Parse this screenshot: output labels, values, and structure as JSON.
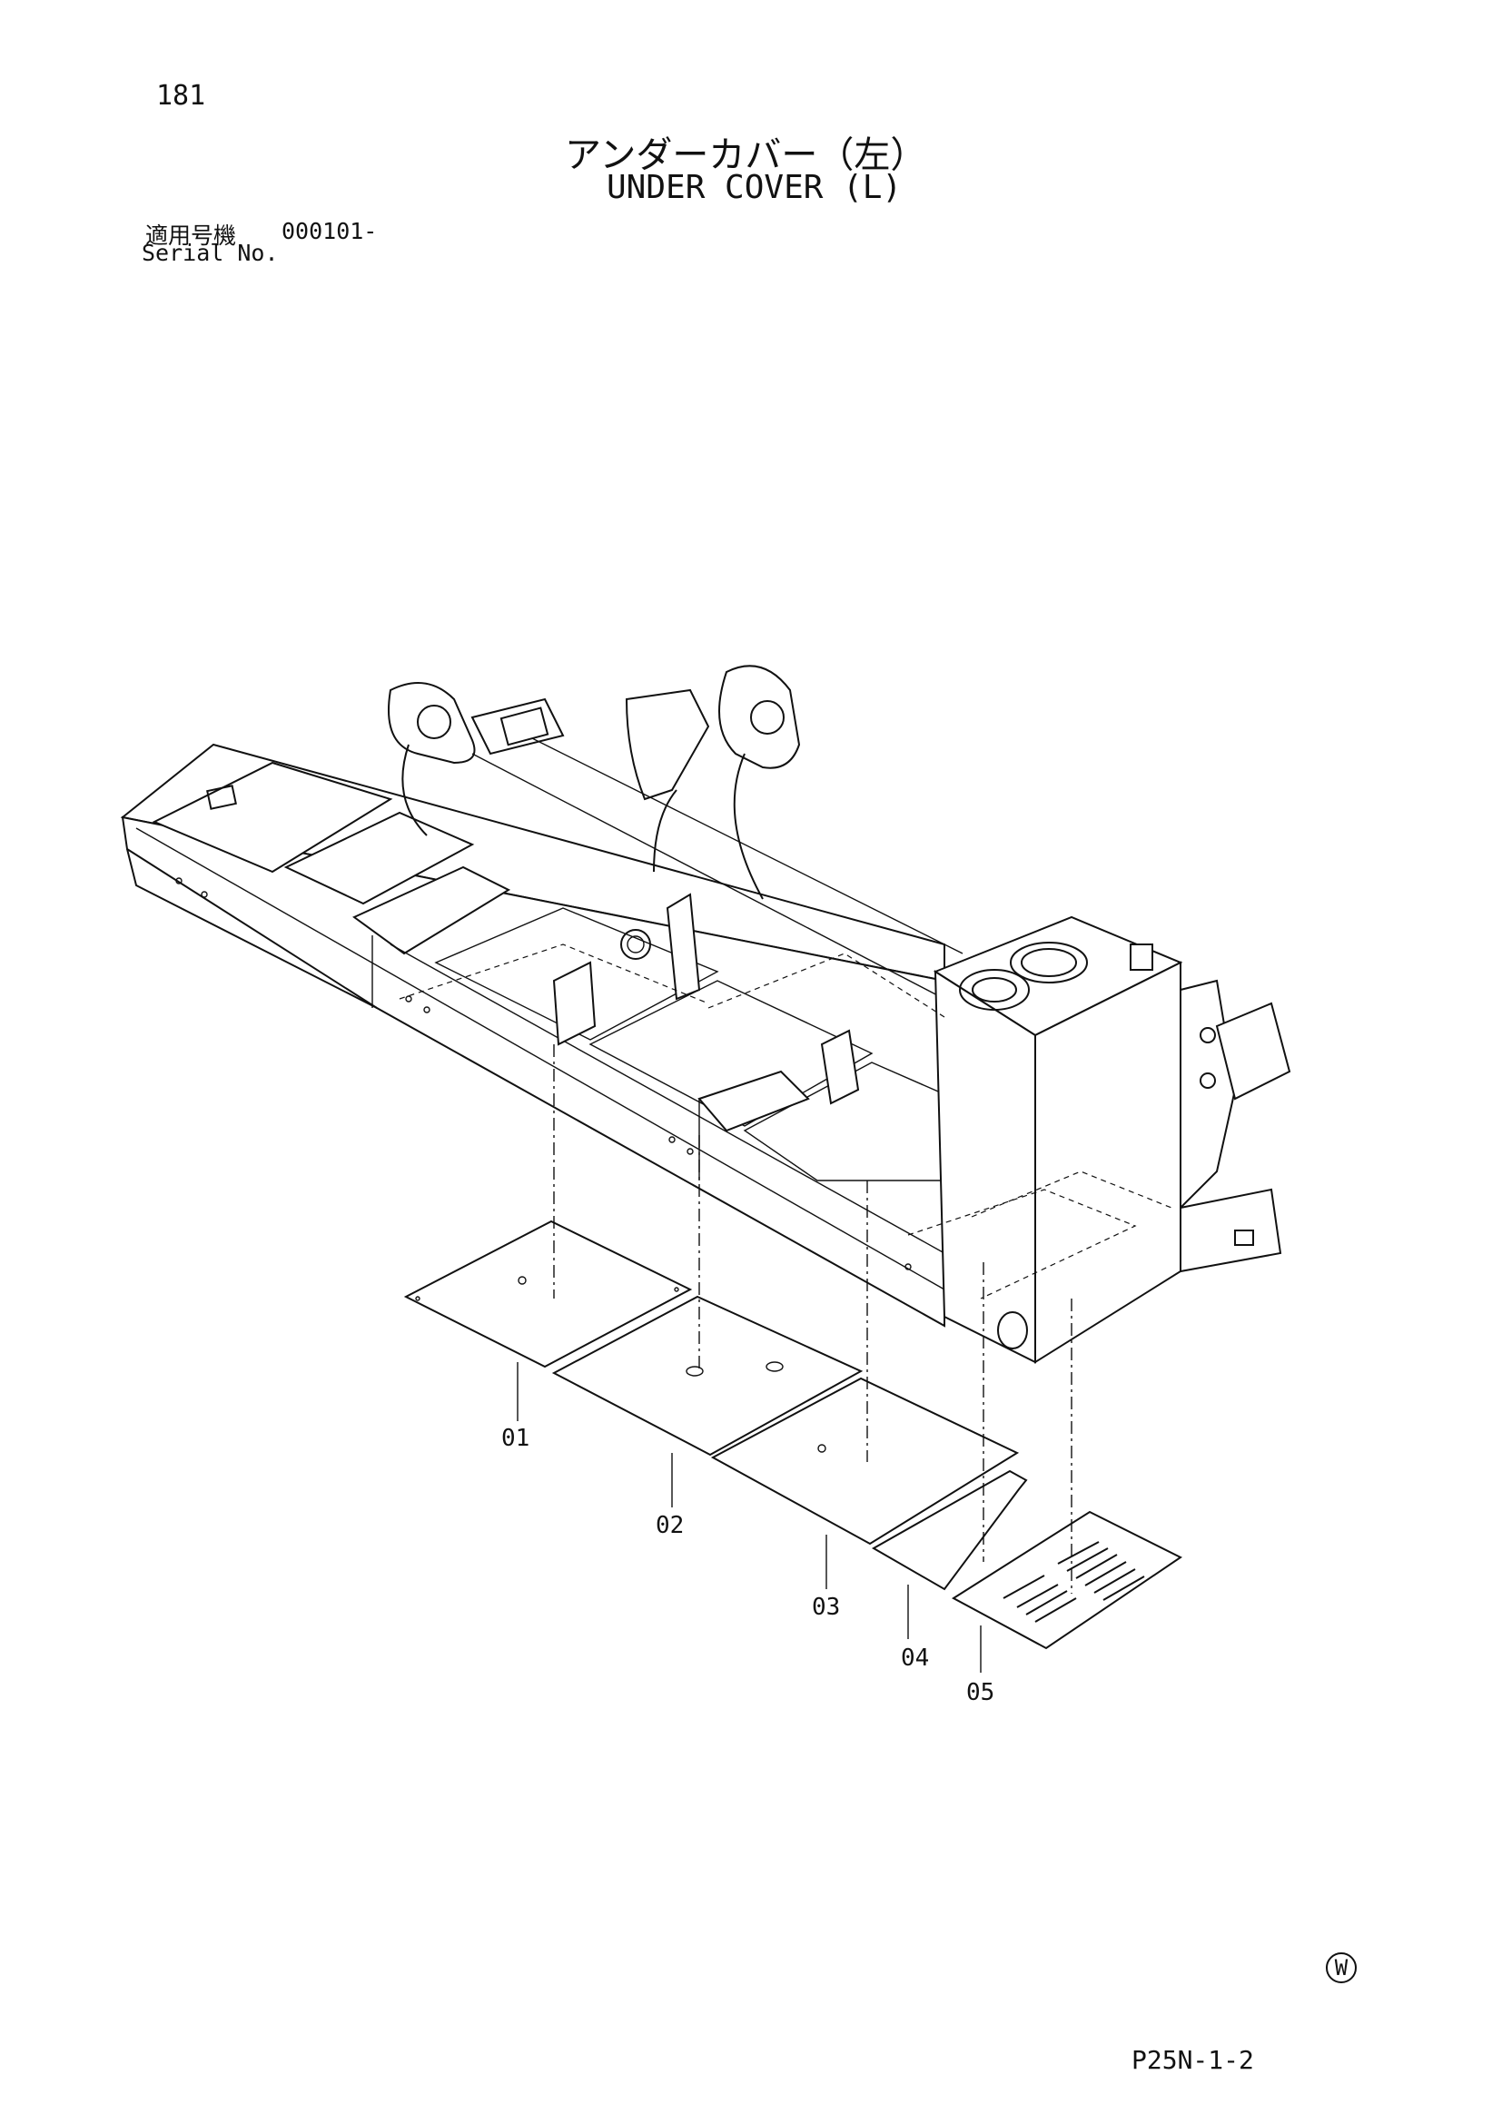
{
  "header": {
    "page_number": "181",
    "title_jp": "アンダーカバー（左）",
    "title_en": "UNDER COVER (L)",
    "serial_label_jp": "適用号機",
    "serial_value": "000101-",
    "serial_label_en": "Serial No."
  },
  "callouts": [
    {
      "id": "01",
      "label": "01"
    },
    {
      "id": "02",
      "label": "02"
    },
    {
      "id": "03",
      "label": "03"
    },
    {
      "id": "04",
      "label": "04"
    },
    {
      "id": "05",
      "label": "05"
    }
  ],
  "footer": {
    "mark": "W",
    "page_code": "P25N-1-2"
  }
}
